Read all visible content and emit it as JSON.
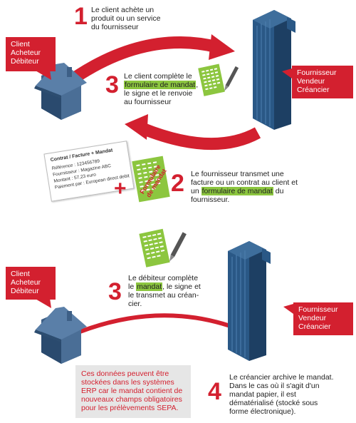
{
  "section1": {
    "client_label": [
      "Client",
      "Acheteur",
      "Débiteur"
    ],
    "supplier_label": [
      "Fournisseur",
      "Vendeur",
      "Créancier"
    ],
    "step1": {
      "number": "1",
      "lines": [
        "Le client achète un",
        "produit ou un service",
        "du fournisseur"
      ]
    },
    "step3": {
      "number": "3",
      "line1": "Le client complète le",
      "line2_highlight": "formulaire de mandat",
      "line2_rest": ",",
      "line3": "le signe et le renvoie",
      "line4": "au fournisseur"
    },
    "step2": {
      "number": "2",
      "line1": "Le fournisseur transmet une",
      "line2": "facture ou un contrat au client et",
      "line3_pre": "un ",
      "line3_highlight": "formulaire de mandat",
      "line3_post": " du",
      "line4": "fournisseur."
    },
    "invoice_doc": {
      "title": "Contrat / Facture + Mandat",
      "lines": [
        "Référence : 123456789",
        "Fournisseur : Magazine ABC",
        "Montant : 57,23 euro",
        "Paiement par : European direct debit"
      ]
    },
    "plus_sign": "+",
    "mandate_form_label": [
      "Formulaire",
      "de mandat"
    ]
  },
  "section2": {
    "client_label": [
      "Client",
      "Acheteur",
      "Débiteur"
    ],
    "supplier_label": [
      "Fournisseur",
      "Vendeur",
      "Créancier"
    ],
    "step3": {
      "number": "3",
      "line1": "Le débiteur complète",
      "line2_pre": "le ",
      "line2_highlight": "mandat",
      "line2_post": ", le signe et",
      "line3": "le transmet au créan-",
      "line4": "cier."
    },
    "note": [
      "Ces données peuvent être",
      "stockées dans les systèmes",
      "ERP car le mandat contient de",
      "nouveaux champs obligatoires",
      "pour les prélèvements SEPA."
    ],
    "step4": {
      "number": "4",
      "lines": [
        "Le créancier archive le mandat.",
        "Dans le cas où il s'agit d'un",
        "mandat papier, il est",
        "dématérialisé (stocké sous",
        "forme électronique)."
      ]
    }
  },
  "colors": {
    "accent_red": "#d3202f",
    "highlight_green": "#8cc63f",
    "house_blue": "#4a6e96",
    "building_blue": "#2f5f8c",
    "note_grey": "#e6e6e6"
  }
}
